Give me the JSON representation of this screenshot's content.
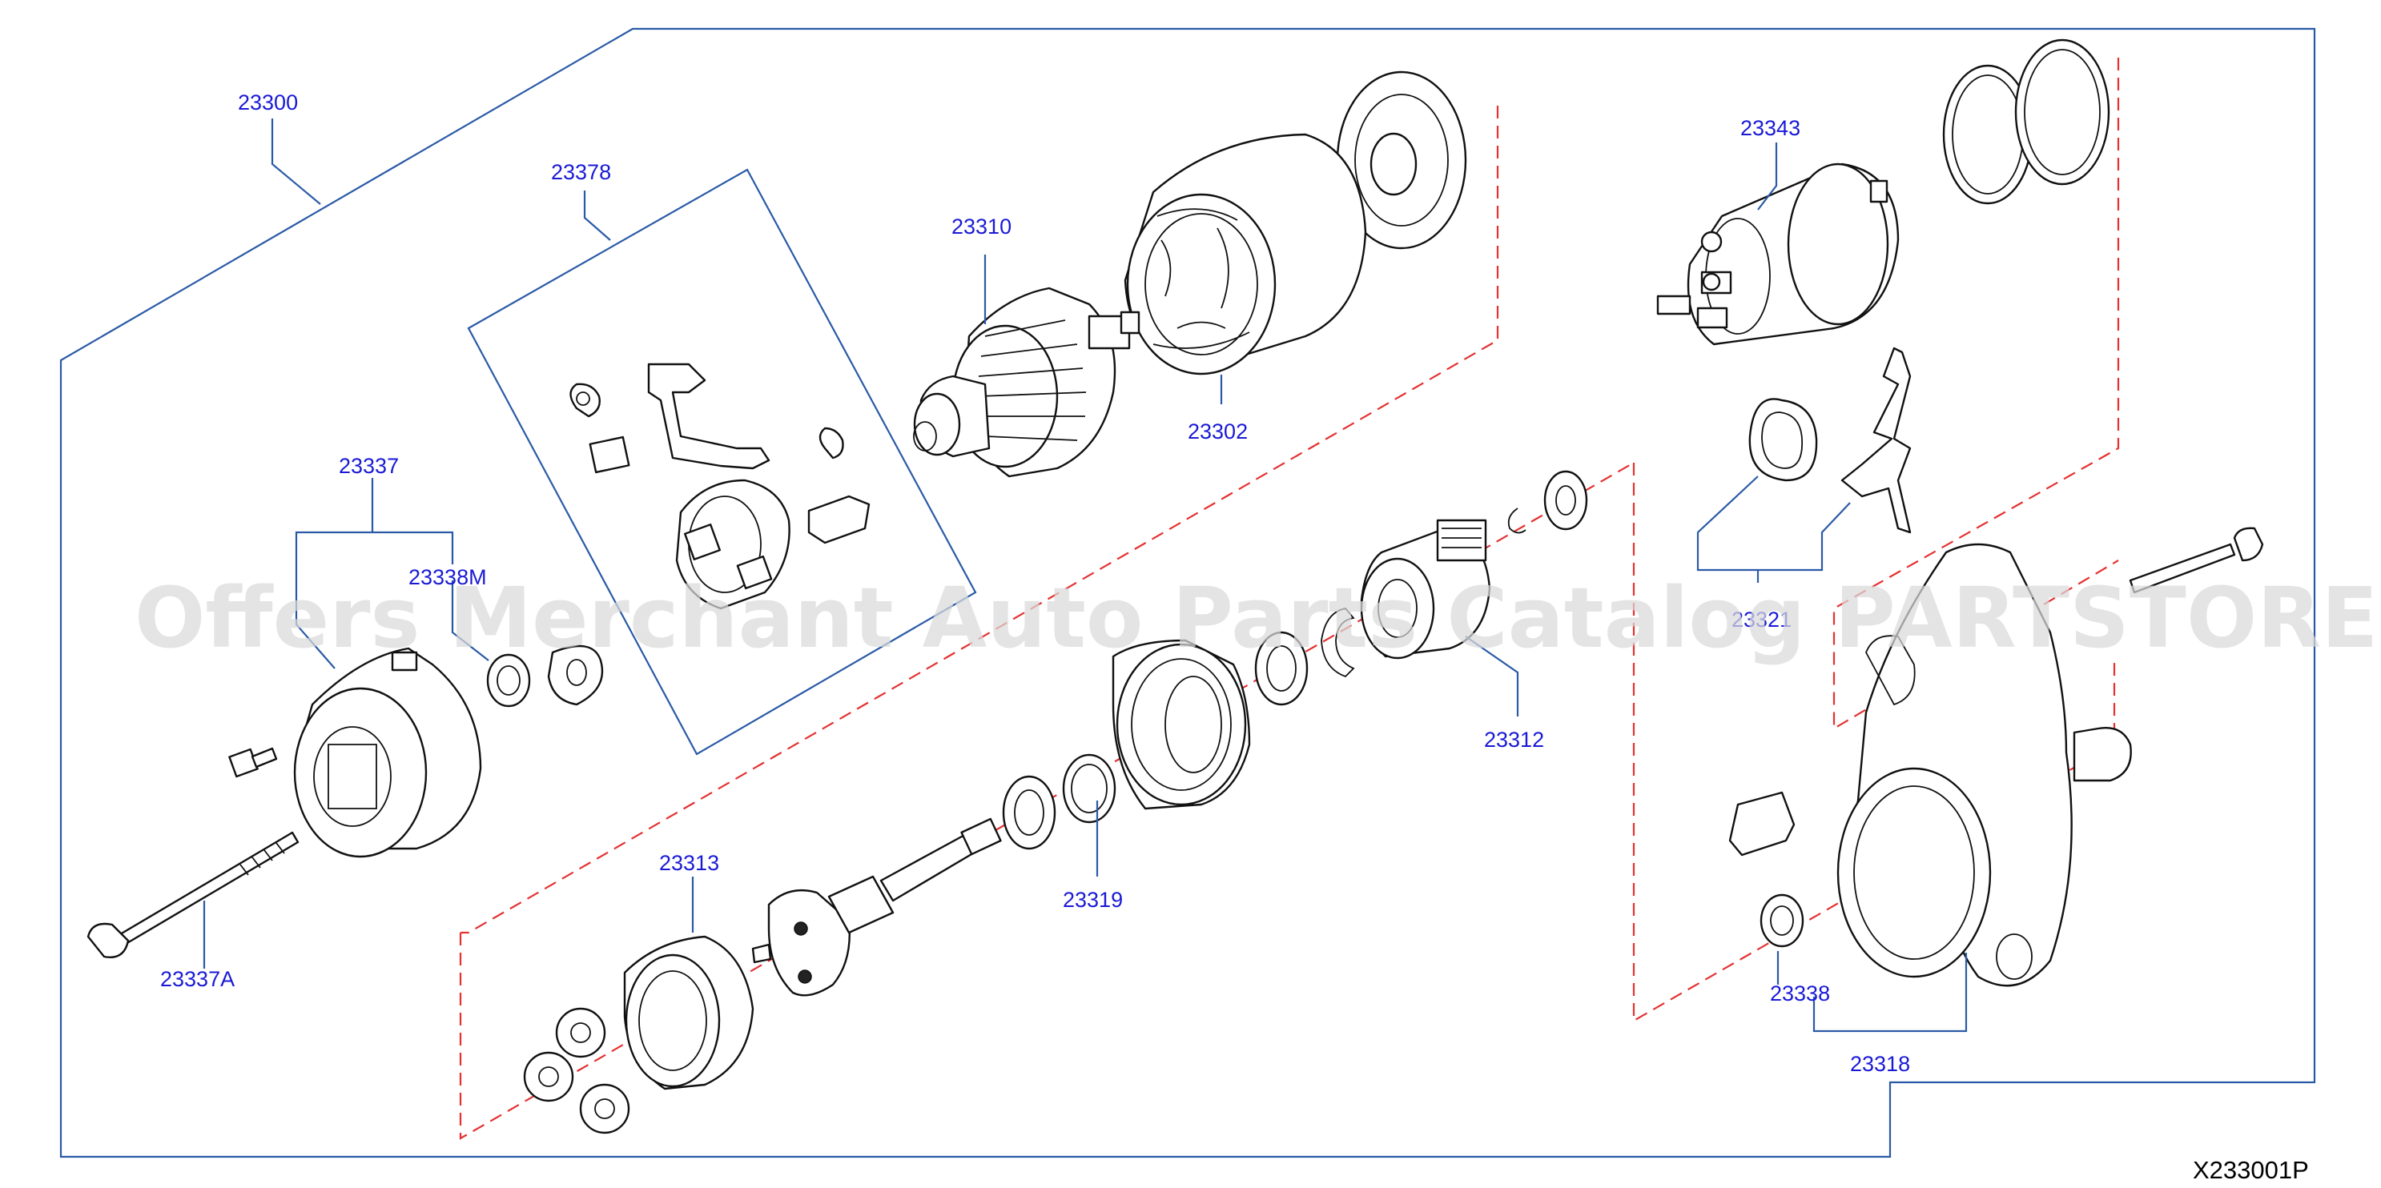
{
  "diagram_code": "X233001P",
  "watermark": "Offers Merchant Auto Parts Catalog PARTSTORE.SA",
  "labels": {
    "p23300": "23300",
    "p23378": "23378",
    "p23310": "23310",
    "p23302": "23302",
    "p23343": "23343",
    "p23337": "23337",
    "p23338M": "23338M",
    "p23337A": "23337A",
    "p23312": "23312",
    "p23313": "23313",
    "p23319": "23319",
    "p23338": "23338",
    "p23318": "23318",
    "p233xx": "23321"
  },
  "colors": {
    "label_text": "#1a1ad6",
    "boundary_line": "#2a5aa6",
    "dashed_group": "#e53131",
    "part_outline": "#111111",
    "watermark": "#d9d9d9"
  }
}
